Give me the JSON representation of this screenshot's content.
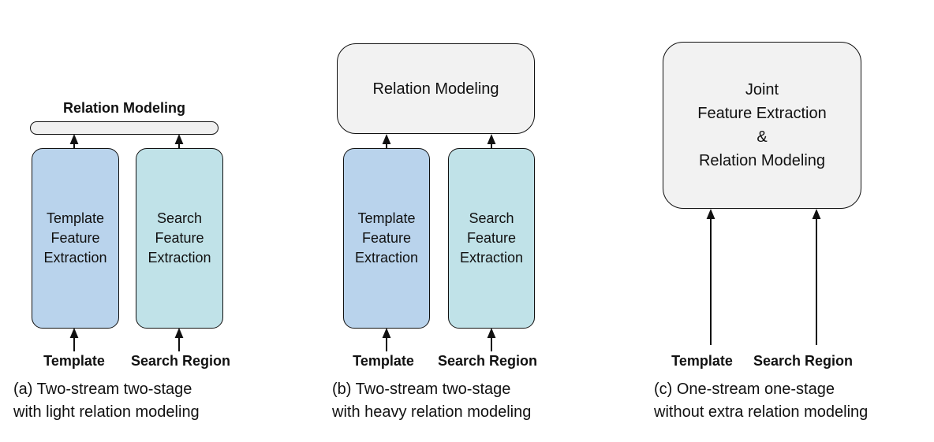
{
  "colors": {
    "template_box_fill": "#b9d3ec",
    "search_box_fill": "#c0e2e8",
    "relation_box_fill": "#f2f2f2",
    "relation_bar_fill": "#f0f0f0",
    "border": "#111111",
    "text": "#111111",
    "background": "#ffffff"
  },
  "panels": [
    {
      "id": "a",
      "relation_label": "Relation Modeling",
      "template_box_label": "Template\nFeature\nExtraction",
      "search_box_label": "Search\nFeature\nExtraction",
      "template_input_label": "Template",
      "search_input_label": "Search Region",
      "caption": "(a) Two-stream two-stage\nwith light relation modeling"
    },
    {
      "id": "b",
      "relation_label": "Relation Modeling",
      "template_box_label": "Template\nFeature\nExtraction",
      "search_box_label": "Search\nFeature\nExtraction",
      "template_input_label": "Template",
      "search_input_label": "Search Region",
      "caption": "(b) Two-stream two-stage\nwith heavy relation modeling"
    },
    {
      "id": "c",
      "joint_box_label": "Joint\nFeature Extraction\n&\nRelation Modeling",
      "template_input_label": "Template",
      "search_input_label": "Search Region",
      "caption": "(c) One-stream one-stage\nwithout extra relation modeling"
    }
  ]
}
